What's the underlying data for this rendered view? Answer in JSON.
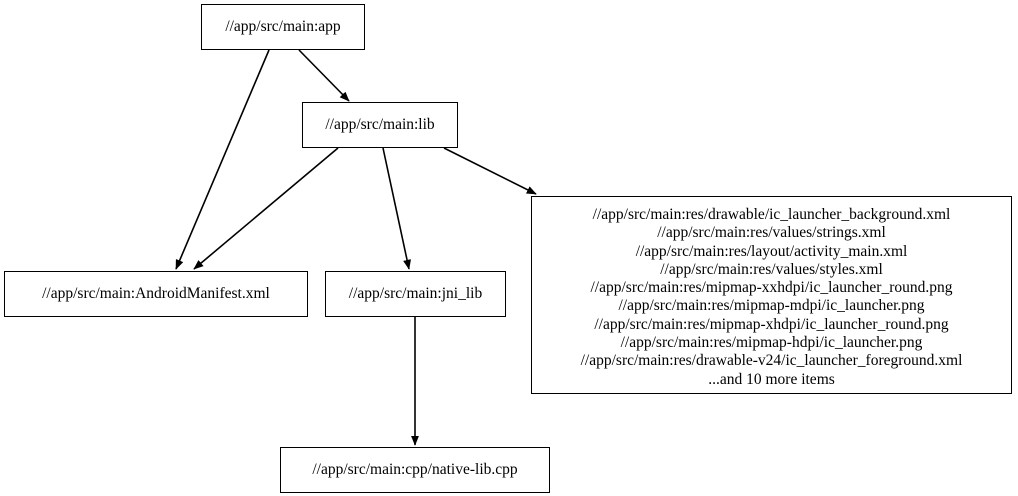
{
  "graph": {
    "type": "directed-dependency-graph",
    "nodes": [
      {
        "id": "app",
        "label": "//app/src/main:app"
      },
      {
        "id": "lib",
        "label": "//app/src/main:lib"
      },
      {
        "id": "manifest",
        "label": "//app/src/main:AndroidManifest.xml"
      },
      {
        "id": "jni_lib",
        "label": "//app/src/main:jni_lib"
      },
      {
        "id": "native_lib",
        "label": "//app/src/main:cpp/native-lib.cpp"
      }
    ],
    "resources_node": {
      "id": "resources",
      "items": [
        "//app/src/main:res/drawable/ic_launcher_background.xml",
        "//app/src/main:res/values/strings.xml",
        "//app/src/main:res/layout/activity_main.xml",
        "//app/src/main:res/values/styles.xml",
        "//app/src/main:res/mipmap-xxhdpi/ic_launcher_round.png",
        "//app/src/main:res/mipmap-mdpi/ic_launcher.png",
        "//app/src/main:res/mipmap-xhdpi/ic_launcher_round.png",
        "//app/src/main:res/mipmap-hdpi/ic_launcher.png",
        "//app/src/main:res/drawable-v24/ic_launcher_foreground.xml"
      ],
      "more_label": "...and 10 more items",
      "more_count": 10
    },
    "edges": [
      {
        "from": "app",
        "to": "lib"
      },
      {
        "from": "app",
        "to": "manifest"
      },
      {
        "from": "lib",
        "to": "manifest"
      },
      {
        "from": "lib",
        "to": "jni_lib"
      },
      {
        "from": "lib",
        "to": "resources"
      },
      {
        "from": "jni_lib",
        "to": "native_lib"
      }
    ],
    "colors": {
      "background": "#ffffff",
      "node_border": "#000000",
      "node_fill": "#ffffff",
      "edge": "#000000",
      "text": "#000000"
    }
  }
}
